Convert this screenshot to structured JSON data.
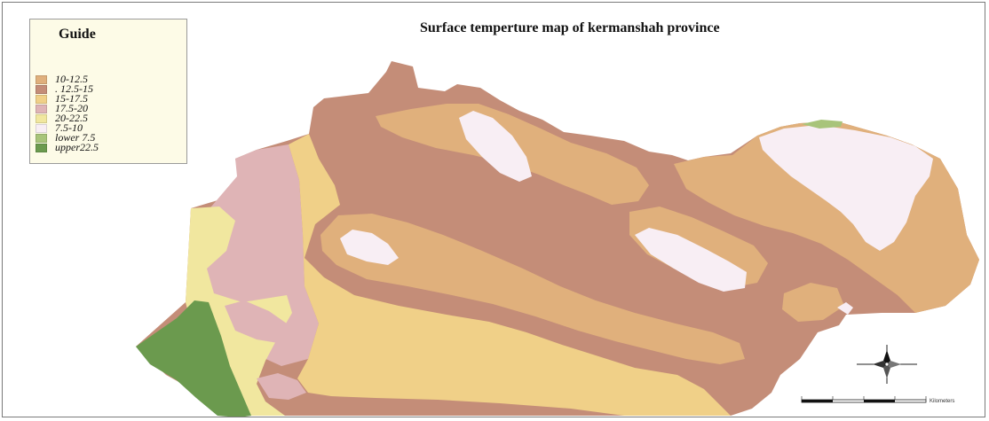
{
  "map": {
    "title": "Surface temperture map of kermanshah province"
  },
  "legend": {
    "title": "Guide",
    "items": [
      {
        "label": "10-12.5",
        "color": "#e0b07c"
      },
      {
        "label": ". 12.5-15",
        "color": "#c48d78"
      },
      {
        "label": "15-17.5",
        "color": "#f0d088"
      },
      {
        "label": "17.5-20",
        "color": "#dfb4b6"
      },
      {
        "label": "20-22.5",
        "color": "#f1e79f"
      },
      {
        "label": "7.5-10",
        "color": "#f8eef4"
      },
      {
        "label": "lower 7.5",
        "color": "#a8c47a"
      },
      {
        "label": "upper22.5",
        "color": "#6b9a4e"
      }
    ]
  },
  "scale_bar": {
    "unit_label": "Kilometers"
  },
  "compass": {
    "icon": "compass-rose-icon"
  }
}
